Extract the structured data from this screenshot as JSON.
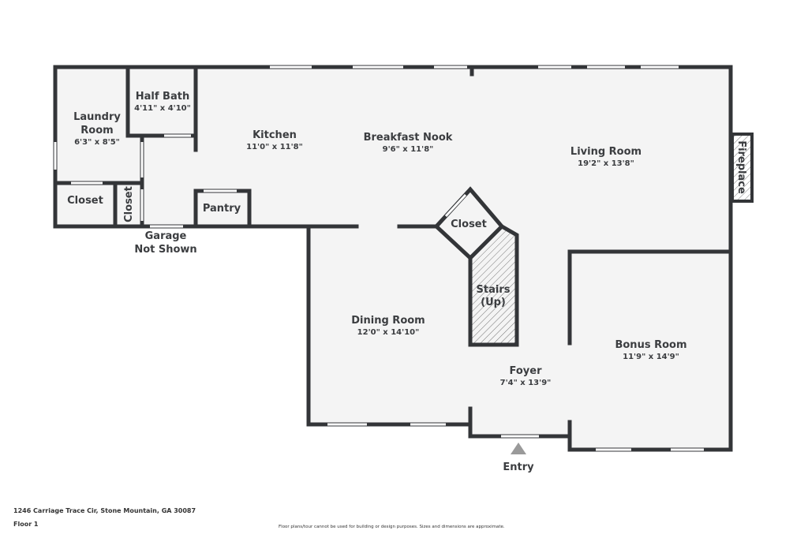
{
  "rooms": {
    "laundry": {
      "name1": "Laundry",
      "name2": "Room",
      "dims": "6'3\" x 8'5\""
    },
    "half_bath": {
      "name": "Half Bath",
      "dims": "4'11\" x 4'10\""
    },
    "kitchen": {
      "name": "Kitchen",
      "dims": "11'0\" x 11'8\""
    },
    "breakfast_nook": {
      "name": "Breakfast Nook",
      "dims": "9'6\" x 11'8\""
    },
    "living_room": {
      "name": "Living Room",
      "dims": "19'2\" x 13'8\""
    },
    "fireplace": {
      "name": "Fireplace"
    },
    "closet_left": {
      "name": "Closet"
    },
    "closet_vertical": {
      "name": "Closet"
    },
    "pantry": {
      "name": "Pantry"
    },
    "closet_center": {
      "name": "Closet"
    },
    "stairs": {
      "name1": "Stairs",
      "name2": "(Up)"
    },
    "dining_room": {
      "name": "Dining Room",
      "dims": "12'0\" x 14'10\""
    },
    "foyer": {
      "name": "Foyer",
      "dims": "7'4\" x 13'9\""
    },
    "bonus_room": {
      "name": "Bonus Room",
      "dims": "11'9\" x 14'9\""
    },
    "garage": {
      "name1": "Garage",
      "name2": "Not Shown"
    },
    "entry": {
      "name": "Entry"
    }
  },
  "footer": {
    "address": "1246 Carriage Trace Cir, Stone Mountain, GA 30087",
    "floor": "Floor 1",
    "disclaimer": "Floor plans/tour cannot be used for building or design purposes. Sizes and dimensions are approximate."
  },
  "colors": {
    "wall": "#333538",
    "floor": "#f4f4f4"
  }
}
